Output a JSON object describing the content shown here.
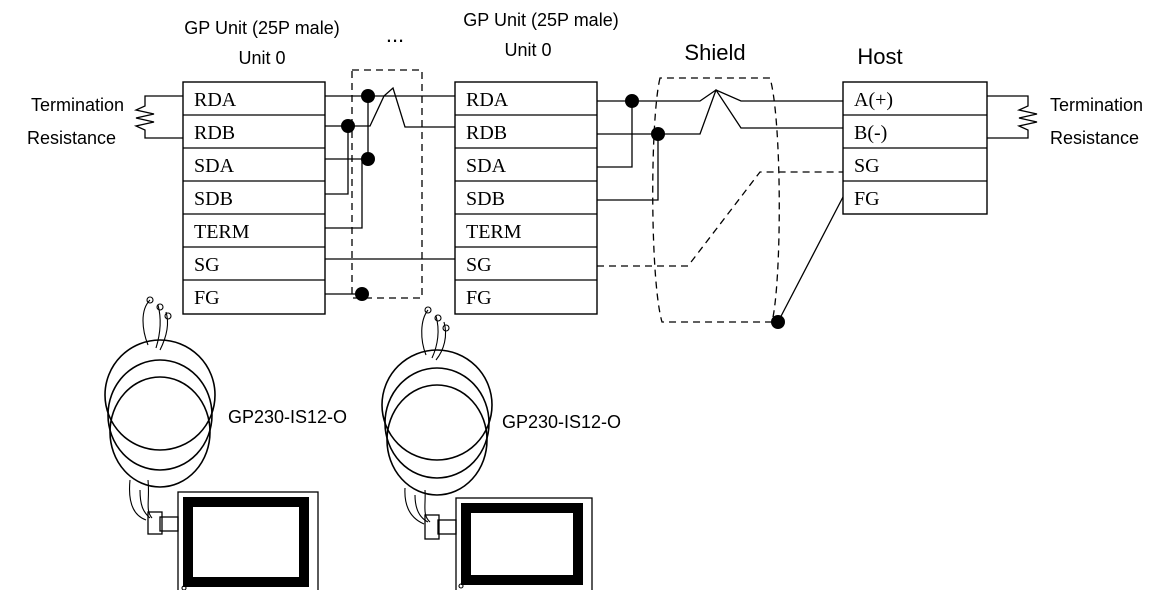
{
  "headers": {
    "left_unit": "GP Unit (25P male)",
    "left_unit_no": "Unit 0",
    "ellipsis": "...",
    "mid_unit": "GP Unit (25P male)",
    "mid_unit_no": "Unit 0",
    "shield": "Shield",
    "host": "Host"
  },
  "termination_left": [
    "Termination",
    "Resistance"
  ],
  "termination_right": [
    "Termination",
    "Resistance"
  ],
  "gp_pins": [
    "RDA",
    "RDB",
    "SDA",
    "SDB",
    "TERM",
    "SG",
    "FG"
  ],
  "host_pins": [
    "A(+)",
    "B(-)",
    "SG",
    "FG"
  ],
  "cables": {
    "left": "GP230-IS12-O",
    "mid": "GP230-IS12-O"
  }
}
